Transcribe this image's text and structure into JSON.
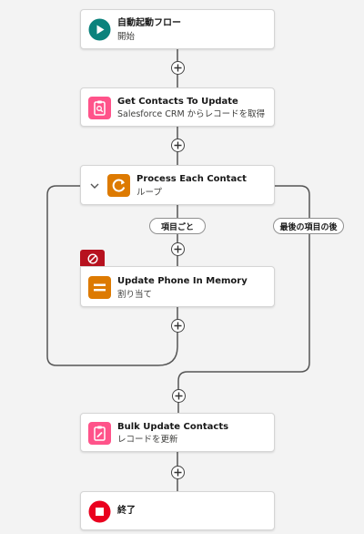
{
  "flow": {
    "start": {
      "title": "自動起動フロー",
      "subtitle": "開始",
      "icon": "play-icon",
      "color": "#0b827c"
    },
    "get_contacts": {
      "title": "Get Contacts To Update",
      "subtitle": "Salesforce CRM からレコードを取得",
      "icon": "get-records-icon",
      "color": "#ff538a"
    },
    "loop": {
      "title": "Process Each Contact",
      "subtitle": "ループ",
      "icon": "loop-icon",
      "color": "#dd7a01"
    },
    "loop_each_label": "項目ごと",
    "loop_after_label": "最後の項目の後",
    "assignment": {
      "title": "Update Phone In Memory",
      "subtitle": "割り当て",
      "icon": "assignment-icon",
      "color": "#dd7a01",
      "error_badge_color": "#b7121f"
    },
    "bulk_update": {
      "title": "Bulk Update Contacts",
      "subtitle": "レコードを更新",
      "icon": "update-records-icon",
      "color": "#ff538a"
    },
    "end": {
      "title": "終了",
      "icon": "stop-icon",
      "color": "#ea001e"
    }
  }
}
